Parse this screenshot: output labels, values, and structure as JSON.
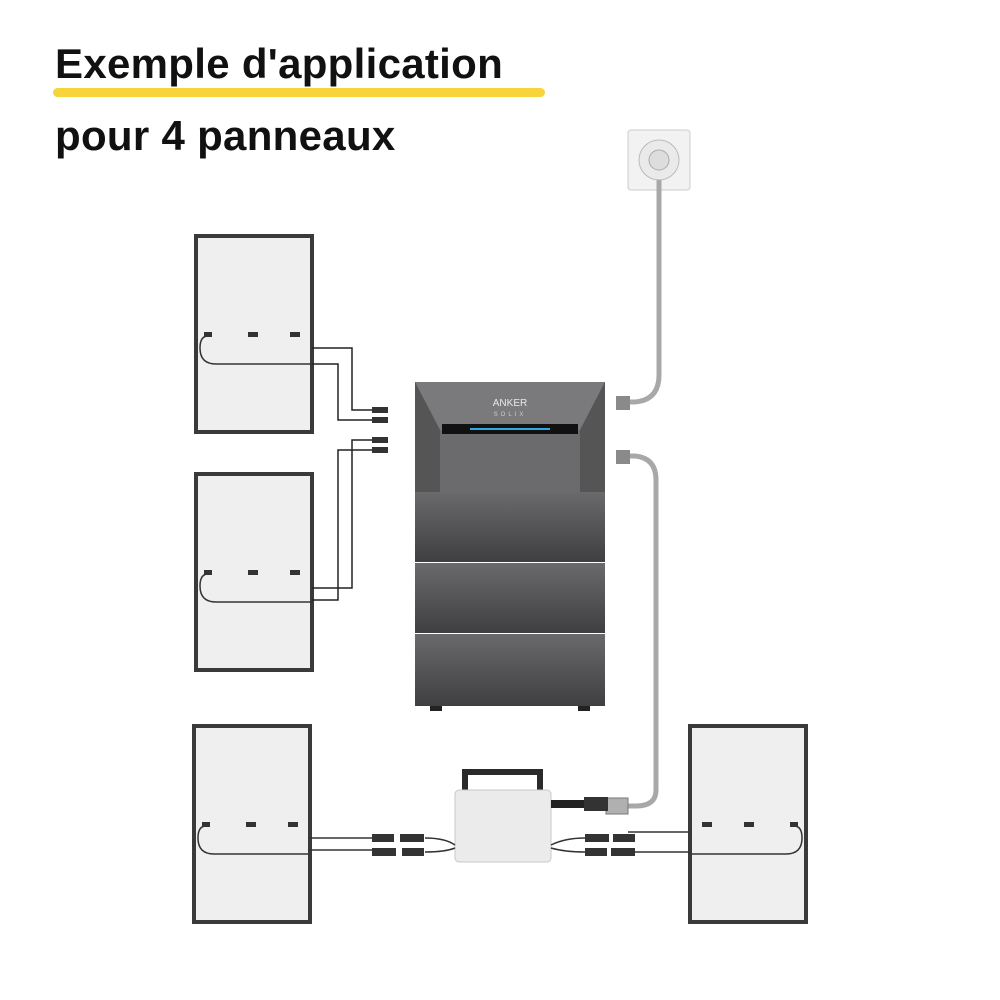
{
  "header": {
    "title_line1": "Exemple d'application",
    "title_line2": "pour 4 panneaux",
    "highlight_color": "#f6d43a"
  },
  "battery": {
    "brand": "ANKER",
    "sub_brand": "SOLIX",
    "light_color": "#2fa8e0"
  },
  "colors": {
    "panel_frame": "#3a3a3a",
    "panel_fill": "#efefef",
    "battery_body": "#5a5a5c",
    "ac_cable": "#a8a8a8"
  }
}
